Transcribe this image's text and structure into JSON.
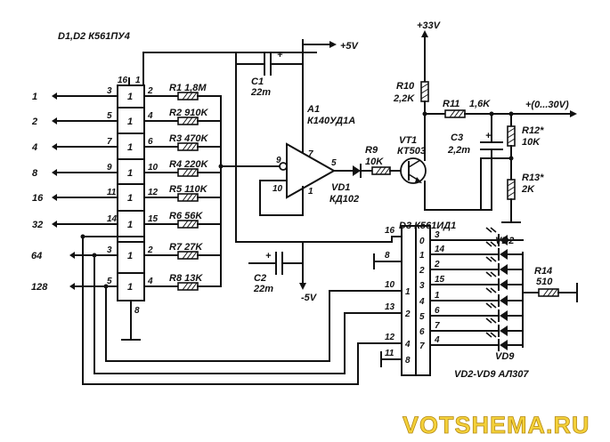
{
  "title_ic": "D1,D2 К561ПУ4",
  "supply": {
    "plus5": "+5V",
    "minus5": "-5V",
    "plus33": "+33V",
    "out": "+(0...30V)"
  },
  "bit_labels": [
    "1",
    "2",
    "4",
    "8",
    "16",
    "32",
    "64",
    "128"
  ],
  "d1_pins_in": [
    "3",
    "5",
    "7",
    "9",
    "11",
    "14"
  ],
  "d1_pins_out": [
    "2",
    "4",
    "6",
    "10",
    "12",
    "15"
  ],
  "d2_pins_in": [
    "3",
    "5"
  ],
  "d2_pins_out": [
    "2",
    "4"
  ],
  "cell_label": "1",
  "pin16": "16",
  "pin1": "1",
  "pin8": "8",
  "resistors": [
    {
      "ref": "R1",
      "val": "1,8M"
    },
    {
      "ref": "R2",
      "val": "910K"
    },
    {
      "ref": "R3",
      "val": "470K"
    },
    {
      "ref": "R4",
      "val": "220K"
    },
    {
      "ref": "R5",
      "val": "110K"
    },
    {
      "ref": "R6",
      "val": "56K"
    },
    {
      "ref": "R7",
      "val": "27K"
    },
    {
      "ref": "R8",
      "val": "13K"
    }
  ],
  "c1": {
    "ref": "C1",
    "val": "22m"
  },
  "c2": {
    "ref": "C2",
    "val": "22m"
  },
  "c3": {
    "ref": "C3",
    "val": "2,2m"
  },
  "a1": {
    "ref": "A1",
    "type": "К140УД1А",
    "pin9": "9",
    "pin10": "10",
    "pin7": "7",
    "pin5": "5",
    "pin1": "1"
  },
  "vd1": {
    "ref": "VD1",
    "type": "КД102"
  },
  "r9": {
    "ref": "R9",
    "val": "10K"
  },
  "vt1": {
    "ref": "VT1",
    "type": "КТ503"
  },
  "r10": {
    "ref": "R10",
    "val": "2,2K"
  },
  "r11": {
    "ref": "R11",
    "val": "1,6K"
  },
  "r12": {
    "ref": "R12*",
    "val": "10K"
  },
  "r13": {
    "ref": "R13*",
    "val": "2K"
  },
  "d3": {
    "title": "D3 К561ИД1",
    "left_pins": [
      "16",
      "8",
      "10",
      "13",
      "12",
      "11"
    ],
    "inputs": [
      "1",
      "2",
      "4",
      "8"
    ],
    "outputs": [
      "0",
      "1",
      "2",
      "3",
      "4",
      "5",
      "6",
      "7"
    ],
    "right_pins": [
      "3",
      "14",
      "2",
      "15",
      "1",
      "6",
      "7",
      "4"
    ]
  },
  "leds": {
    "first": "VD2",
    "last": "VD9",
    "group": "VD2-VD9 АЛ307"
  },
  "r14": {
    "ref": "R14",
    "val": "510"
  },
  "watermark": "VOTSHEMA.RU"
}
